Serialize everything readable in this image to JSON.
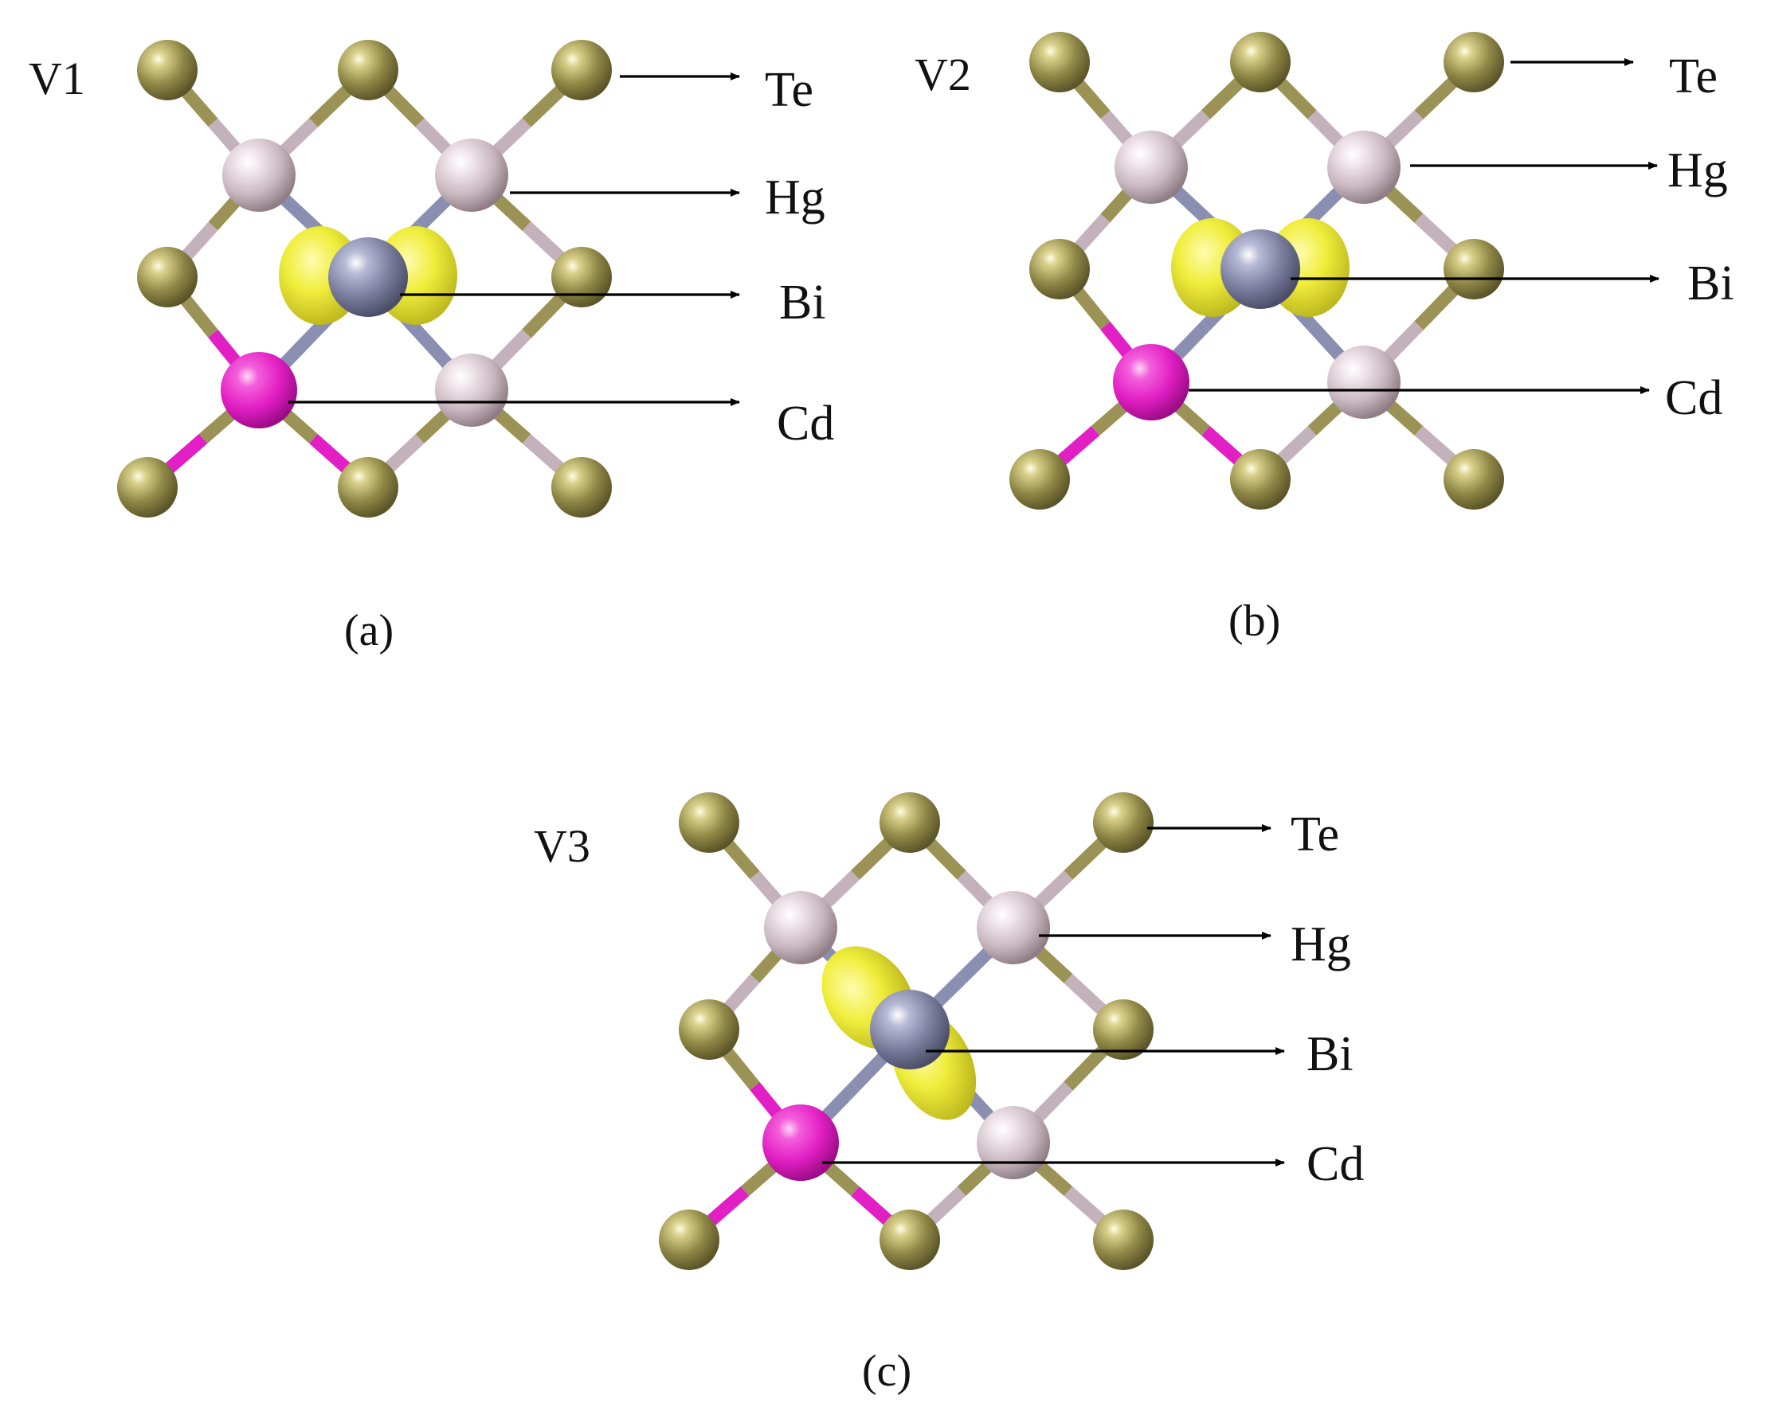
{
  "colors": {
    "Te": "#8f8746",
    "Hg": "#c8b6bf",
    "Bi": "#7c7f9e",
    "Cd": "#e21fc4",
    "isosurface": "#f0ee3c",
    "arrow": "#000000",
    "background": "#ffffff"
  },
  "elements": {
    "te": "Te",
    "hg": "Hg",
    "bi": "Bi",
    "cd": "Cd"
  },
  "panels": [
    {
      "id": "a",
      "variant": "V1",
      "caption": "(a)",
      "isosurface_shape": "two lobes left and right of Bi"
    },
    {
      "id": "b",
      "variant": "V2",
      "caption": "(b)",
      "isosurface_shape": "two lobes left and right of Bi"
    },
    {
      "id": "c",
      "variant": "V3",
      "caption": "(c)",
      "isosurface_shape": "tilted lobes upper-left and lower-right of Bi"
    }
  ]
}
